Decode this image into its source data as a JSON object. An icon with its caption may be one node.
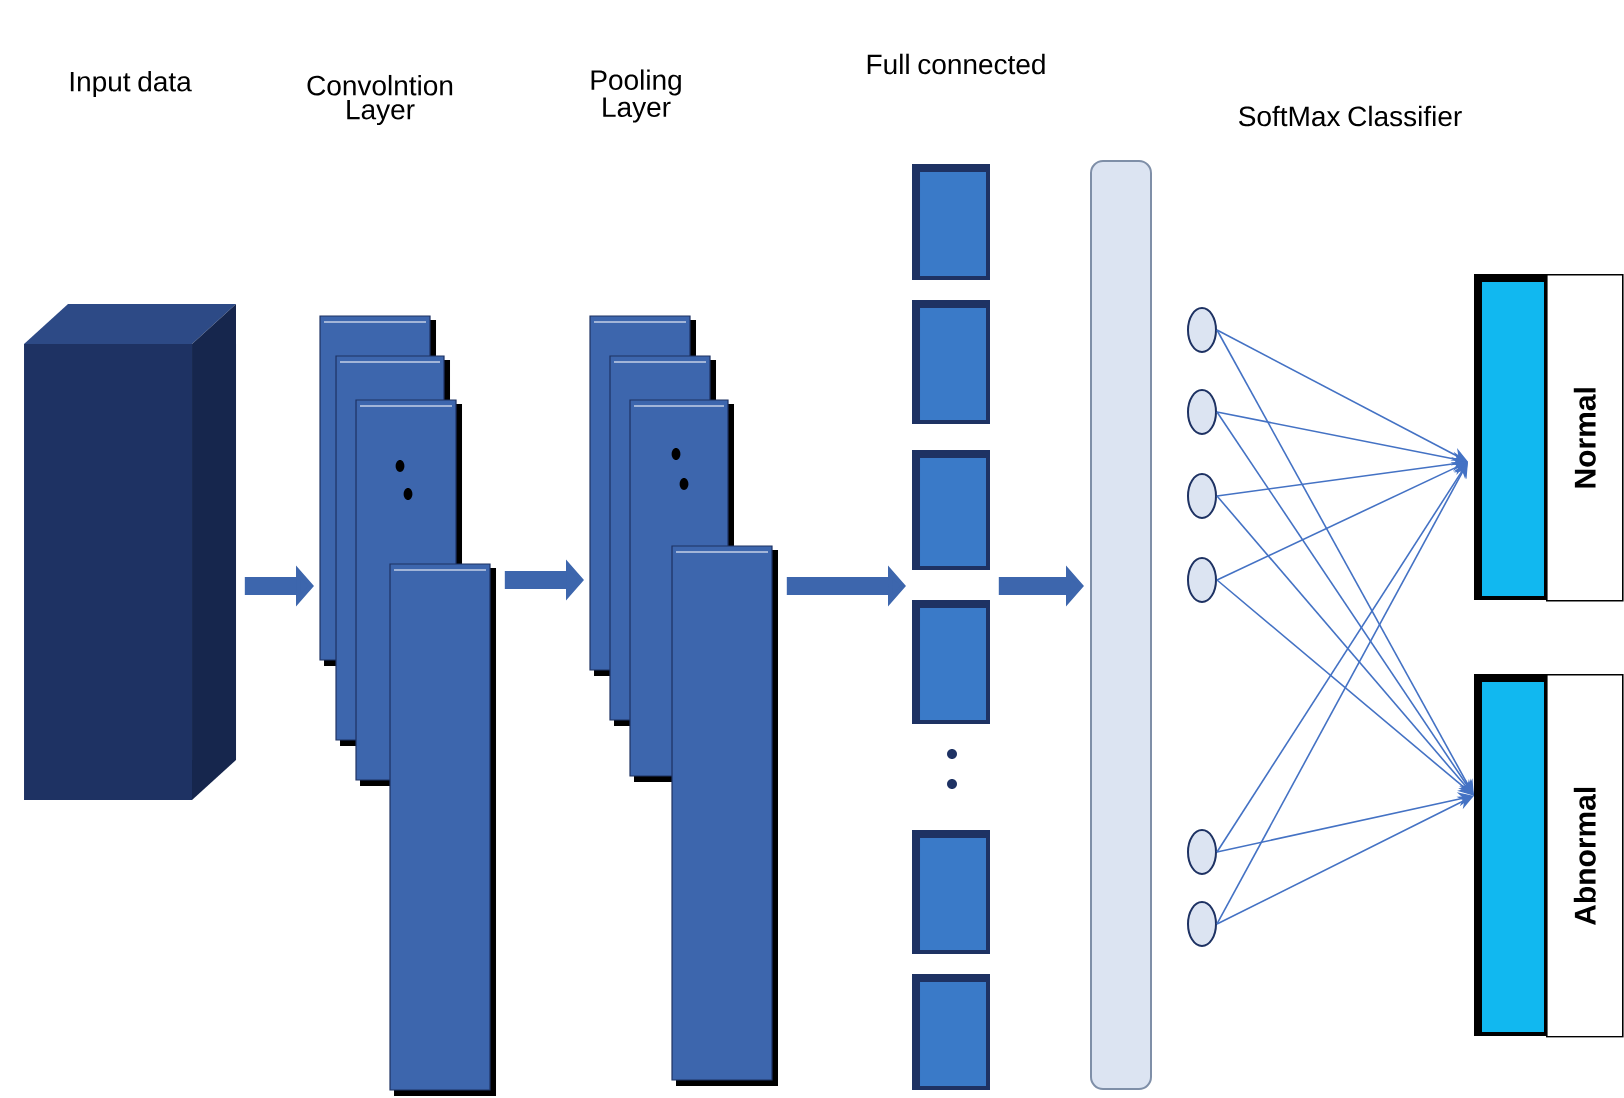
{
  "diagram": {
    "nodes": [
      {
        "text": [],
        "shape": "box"
      },
      {
        "text": [],
        "shape": "box"
      },
      {
        "text": [],
        "shape": "box"
      },
      {
        "text": [],
        "shape": "box"
      },
      {
        "text": [],
        "shape": "bar"
      },
      {
        "text": [],
        "shape": "circle"
      },
      {
        "text": [],
        "shape": "circle"
      },
      {
        "text": [],
        "shape": "circle"
      },
      {
        "text": [],
        "shape": "circle"
      },
      {
        "text": [],
        "shape": "circle"
      },
      {
        "text": [],
        "shape": "circle"
      },
      {
        "text": [
          "Normal"
        ]
      },
      {
        "text": [
          "Abnormal"
        ]
      }
    ],
    "edges": [
      {
        "from": 0,
        "to": 1,
        "arrow": "to",
        "style": "thick"
      },
      {
        "from": 1,
        "to": 2,
        "arrow": "to",
        "style": "thick"
      },
      {
        "from": 2,
        "to": 3,
        "arrow": "to",
        "style": "thick"
      },
      {
        "from": 3,
        "to": 4,
        "arrow": "to",
        "style": "thick"
      },
      {
        "from": 5,
        "to": 11,
        "arrow": "to"
      },
      {
        "from": 5,
        "to": 12,
        "arrow": "to"
      },
      {
        "from": 6,
        "to": 11,
        "arrow": "to"
      },
      {
        "from": 6,
        "to": 12,
        "arrow": "to"
      },
      {
        "from": 7,
        "to": 11,
        "arrow": "to"
      },
      {
        "from": 7,
        "to": 12,
        "arrow": "to"
      },
      {
        "from": 8,
        "to": 11,
        "arrow": "to"
      },
      {
        "from": 8,
        "to": 12,
        "arrow": "to"
      },
      {
        "from": 9,
        "to": 11,
        "arrow": "to"
      },
      {
        "from": 9,
        "to": 12,
        "arrow": "to"
      },
      {
        "from": 10,
        "to": 11,
        "arrow": "to"
      },
      {
        "from": 10,
        "to": 12,
        "arrow": "to"
      }
    ],
    "labels": [
      "Input data",
      "Convolntion Layer",
      "Pooling Layer",
      "Full connected",
      "SoftMax Classifier"
    ]
  }
}
